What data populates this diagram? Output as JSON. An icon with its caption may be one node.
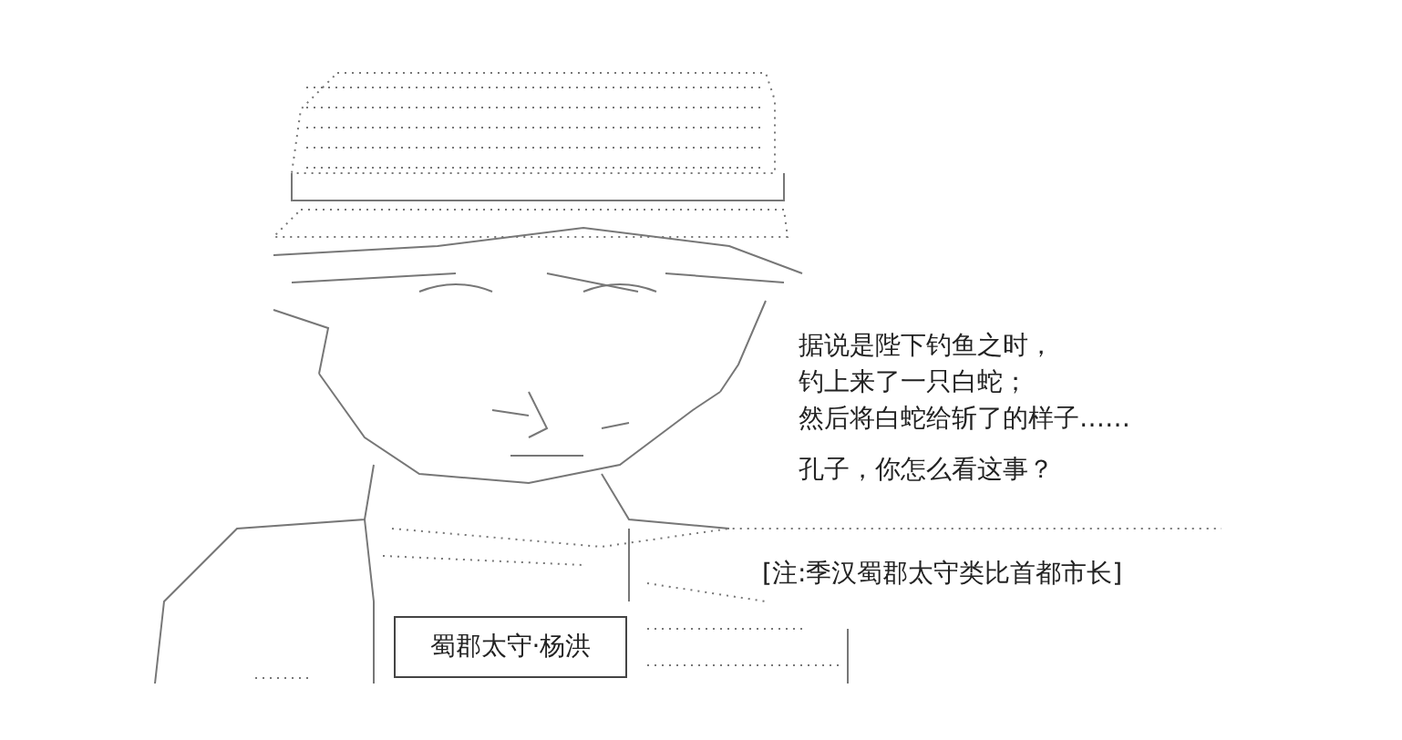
{
  "diagram": {
    "nodes": [
      {
        "text": [
          "蜀郡太守·杨洪"
        ]
      }
    ],
    "labels": [
      "据说是陛下钓鱼之时，",
      "钓上来了一只白蛇；",
      "然后将白蛇给斩了的样子……",
      "孔子，你怎么看这事？",
      "[注:季汉蜀郡太守类比首都市长]"
    ]
  }
}
